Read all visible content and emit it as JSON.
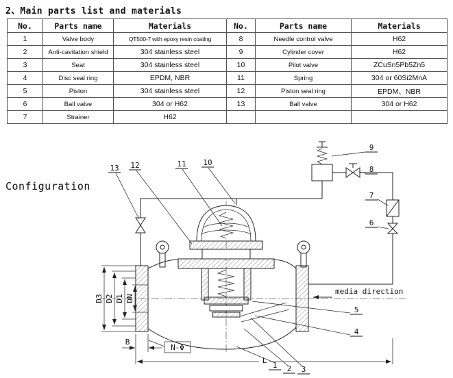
{
  "page": {
    "title": "2、Main parts list and materials",
    "configuration_label": "Configuration"
  },
  "parts_table": {
    "headers": [
      "No.",
      "Parts name",
      "Materials",
      "No.",
      "Parts name",
      "Materials"
    ],
    "rows": [
      [
        "1",
        "Valve body",
        "QT500-7 with epoxy resin coating",
        "8",
        "Needle control valve",
        "H62"
      ],
      [
        "2",
        "Anti-cavitation shield",
        "304 stainless steel",
        "9",
        "Cylinder cover",
        "H62"
      ],
      [
        "3",
        "Seat",
        "304 stainless steel",
        "10",
        "Pilot valve",
        "ZCuSn5Pb5Zn5"
      ],
      [
        "4",
        "Disc seal ring",
        "EPDM, NBR",
        "11",
        "Spring",
        "304 or 60Si2MnA"
      ],
      [
        "5",
        "Piston",
        "304 stainless steel",
        "12",
        "Piston seal ring",
        "EPDM、NBR"
      ],
      [
        "6",
        "Ball valve",
        "304 or H62",
        "13",
        "Ball valve",
        "304 or H62"
      ],
      [
        "7",
        "Strainer",
        "H62",
        "",
        "",
        ""
      ]
    ]
  },
  "diagram": {
    "callouts": {
      "n1": "1",
      "n2": "2",
      "n3": "3",
      "n4": "4",
      "n5": "5",
      "n6": "6",
      "n7": "7",
      "n8": "8",
      "n9": "9",
      "n10": "10",
      "n11": "11",
      "n12": "12",
      "n13": "13"
    },
    "dimensions": {
      "D3": "D3",
      "D2": "D2",
      "D1": "D1",
      "DN": "DN",
      "B": "B",
      "N_phi": "N-Φ",
      "L": "L"
    },
    "media_direction": "media direction"
  }
}
